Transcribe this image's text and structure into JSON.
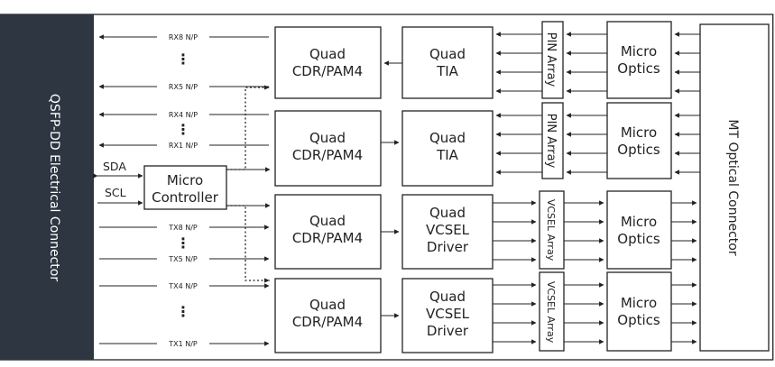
{
  "left_connector": "QSFP-DD Electrical Connector",
  "right_connector": "MT Optical Connector",
  "micro_controller": [
    "Micro",
    "Controller"
  ],
  "bus": {
    "sda": "SDA",
    "scl": "SCL"
  },
  "signals": {
    "rx8": "RX8 N/P",
    "rx5": "RX5 N/P",
    "rx4": "RX4 N/P",
    "rx1": "RX1 N/P",
    "tx8": "TX8 N/P",
    "tx5": "TX5 N/P",
    "tx4": "TX4 N/P",
    "tx1": "TX1 N/P"
  },
  "ellipsis": "⋮",
  "rows": [
    {
      "cdr": [
        "Quad",
        "CDR/PAM4"
      ],
      "mid": [
        "Quad",
        "TIA"
      ],
      "array": "PIN Array",
      "optics": [
        "Micro",
        "Optics"
      ]
    },
    {
      "cdr": [
        "Quad",
        "CDR/PAM4"
      ],
      "mid": [
        "Quad",
        "TIA"
      ],
      "array": "PIN Array",
      "optics": [
        "Micro",
        "Optics"
      ]
    },
    {
      "cdr": [
        "Quad",
        "CDR/PAM4"
      ],
      "mid": [
        "Quad",
        "VCSEL",
        "Driver"
      ],
      "array": "VCSEL Array",
      "optics": [
        "Micro",
        "Optics"
      ]
    },
    {
      "cdr": [
        "Quad",
        "CDR/PAM4"
      ],
      "mid": [
        "Quad",
        "VCSEL",
        "Driver"
      ],
      "array": "VCSEL Array",
      "optics": [
        "Micro",
        "Optics"
      ]
    }
  ]
}
